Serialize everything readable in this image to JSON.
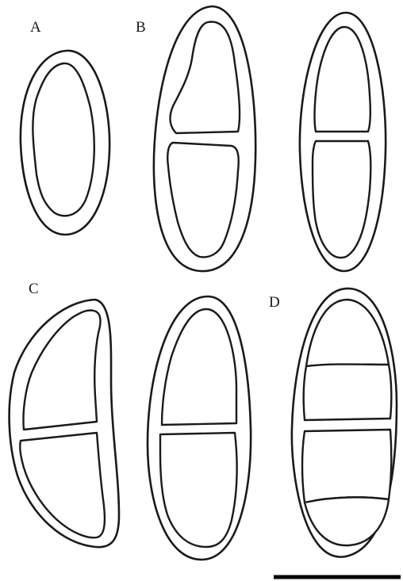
{
  "figure": {
    "panels": [
      {
        "label": "A",
        "cells": 1
      },
      {
        "label": "B",
        "cells": 2
      },
      {
        "label": "C",
        "cells": 2
      },
      {
        "label": "D",
        "cells": 4
      }
    ],
    "has_scale_bar": true,
    "line_color": "#1a1a1a",
    "background": "#ffffff"
  }
}
